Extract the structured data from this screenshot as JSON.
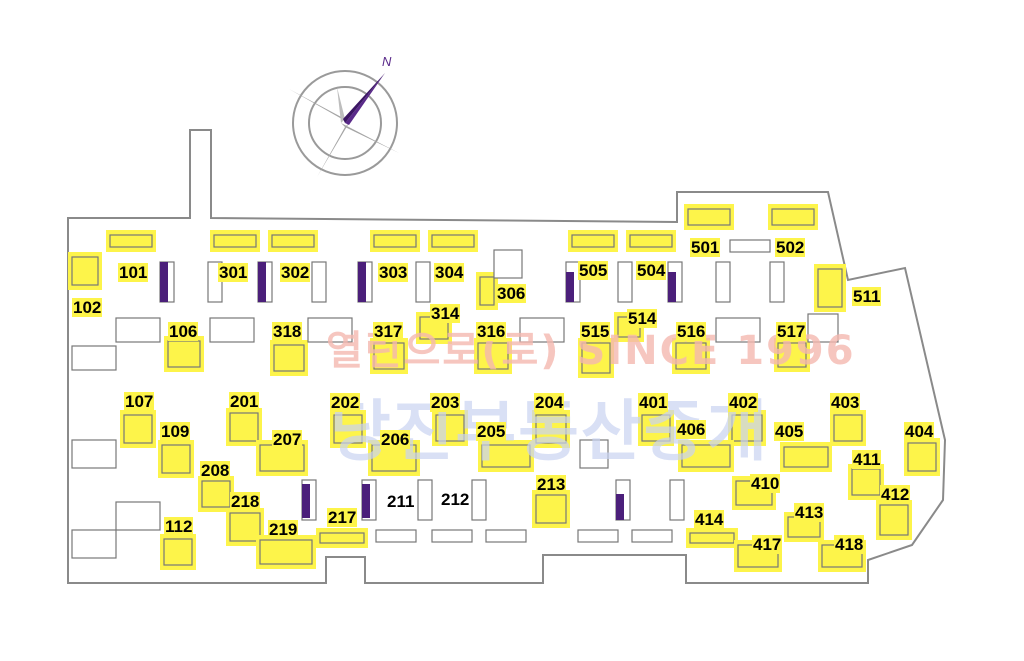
{
  "compass": {
    "north_label": "N"
  },
  "watermark": {
    "line1": "열린으로(로) SINCE 1996",
    "line2": "당진부동산중개"
  },
  "colors": {
    "highlight": "#fdf44a",
    "outline": "#777777",
    "accent": "#4b1f7a",
    "compass_needle": "#5a2a8a"
  },
  "buildings": [
    {
      "label": "101",
      "highlighted": true
    },
    {
      "label": "102",
      "highlighted": true
    },
    {
      "label": "106",
      "highlighted": true
    },
    {
      "label": "107",
      "highlighted": true
    },
    {
      "label": "109",
      "highlighted": true
    },
    {
      "label": "112",
      "highlighted": true
    },
    {
      "label": "201",
      "highlighted": true
    },
    {
      "label": "202",
      "highlighted": true
    },
    {
      "label": "203",
      "highlighted": true
    },
    {
      "label": "204",
      "highlighted": true
    },
    {
      "label": "205",
      "highlighted": true
    },
    {
      "label": "206",
      "highlighted": true
    },
    {
      "label": "207",
      "highlighted": true
    },
    {
      "label": "208",
      "highlighted": true
    },
    {
      "label": "211",
      "highlighted": false
    },
    {
      "label": "212",
      "highlighted": false
    },
    {
      "label": "213",
      "highlighted": true
    },
    {
      "label": "217",
      "highlighted": true
    },
    {
      "label": "218",
      "highlighted": true
    },
    {
      "label": "219",
      "highlighted": true
    },
    {
      "label": "301",
      "highlighted": true
    },
    {
      "label": "302",
      "highlighted": true
    },
    {
      "label": "303",
      "highlighted": true
    },
    {
      "label": "304",
      "highlighted": true
    },
    {
      "label": "306",
      "highlighted": true
    },
    {
      "label": "314",
      "highlighted": true
    },
    {
      "label": "316",
      "highlighted": true
    },
    {
      "label": "317",
      "highlighted": true
    },
    {
      "label": "318",
      "highlighted": true
    },
    {
      "label": "401",
      "highlighted": true
    },
    {
      "label": "402",
      "highlighted": true
    },
    {
      "label": "403",
      "highlighted": true
    },
    {
      "label": "404",
      "highlighted": true
    },
    {
      "label": "405",
      "highlighted": true
    },
    {
      "label": "406",
      "highlighted": true
    },
    {
      "label": "410",
      "highlighted": true
    },
    {
      "label": "411",
      "highlighted": true
    },
    {
      "label": "412",
      "highlighted": true
    },
    {
      "label": "413",
      "highlighted": true
    },
    {
      "label": "414",
      "highlighted": true
    },
    {
      "label": "417",
      "highlighted": true
    },
    {
      "label": "418",
      "highlighted": true
    },
    {
      "label": "501",
      "highlighted": true
    },
    {
      "label": "502",
      "highlighted": true
    },
    {
      "label": "504",
      "highlighted": true
    },
    {
      "label": "505",
      "highlighted": true
    },
    {
      "label": "511",
      "highlighted": true
    },
    {
      "label": "514",
      "highlighted": true
    },
    {
      "label": "515",
      "highlighted": true
    },
    {
      "label": "516",
      "highlighted": true
    },
    {
      "label": "517",
      "highlighted": true
    }
  ]
}
